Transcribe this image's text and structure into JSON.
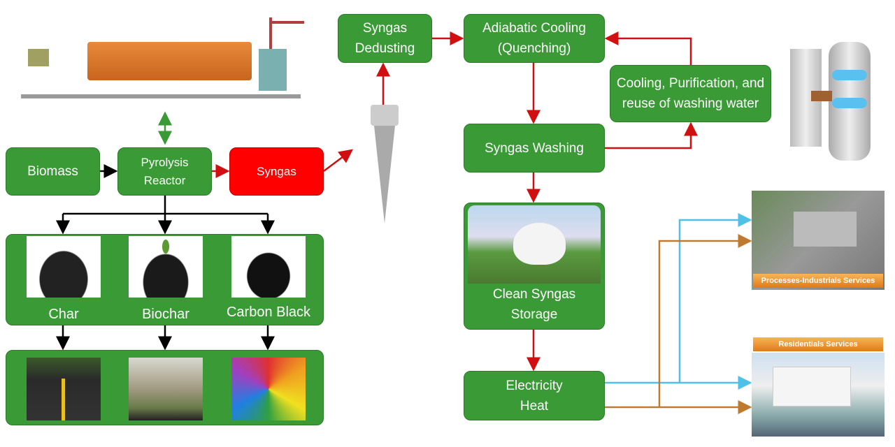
{
  "nodes": {
    "biomass": "Biomass",
    "pyrolysis_reactor": "Pyrolysis Reactor",
    "syngas": "Syngas",
    "syngas_dedusting": "Syngas Dedusting",
    "adiabatic_cooling": "Adiabatic Cooling (Quenching)",
    "cooling_purification": "Cooling, Purification, and reuse of washing water",
    "syngas_washing": "Syngas Washing",
    "clean_syngas_storage": "Clean Syngas Storage",
    "electricity_heat": "Electricity Heat"
  },
  "products": [
    "Char",
    "Biochar",
    "Carbon Black"
  ],
  "services": {
    "industrial": "Processes-Industrials  Services",
    "residential": "Residentials Services"
  },
  "colors": {
    "box_green": "#3a9a36",
    "syngas_red": "#ff0000",
    "arrow_red": "#d01010",
    "electricity": "#4fc0e8",
    "heat": "#c07a30"
  }
}
